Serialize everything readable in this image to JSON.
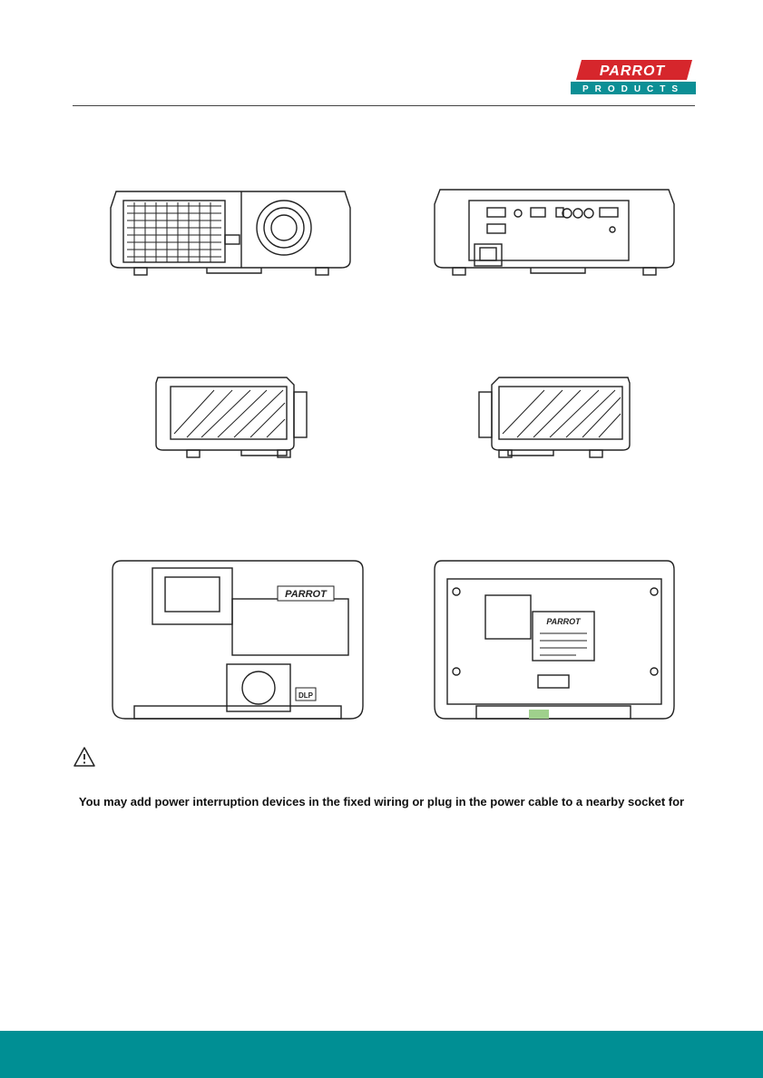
{
  "logo": {
    "top": "PARROT",
    "bottom": "PRODUCTS",
    "colors": {
      "red": "#d6262c",
      "teal": "#0c8f95"
    }
  },
  "figures": {
    "front": "projector front view",
    "rear": "projector rear view",
    "right_side": "projector right side view",
    "left_side": "projector left side view",
    "top": "projector top view",
    "bottom": "projector bottom view"
  },
  "warning": {
    "icon": "warning-triangle-icon",
    "text": "You may add power interruption devices in the fixed wiring or plug in the power cable to a nearby socket for"
  },
  "footer": {
    "color": "#008f94"
  }
}
